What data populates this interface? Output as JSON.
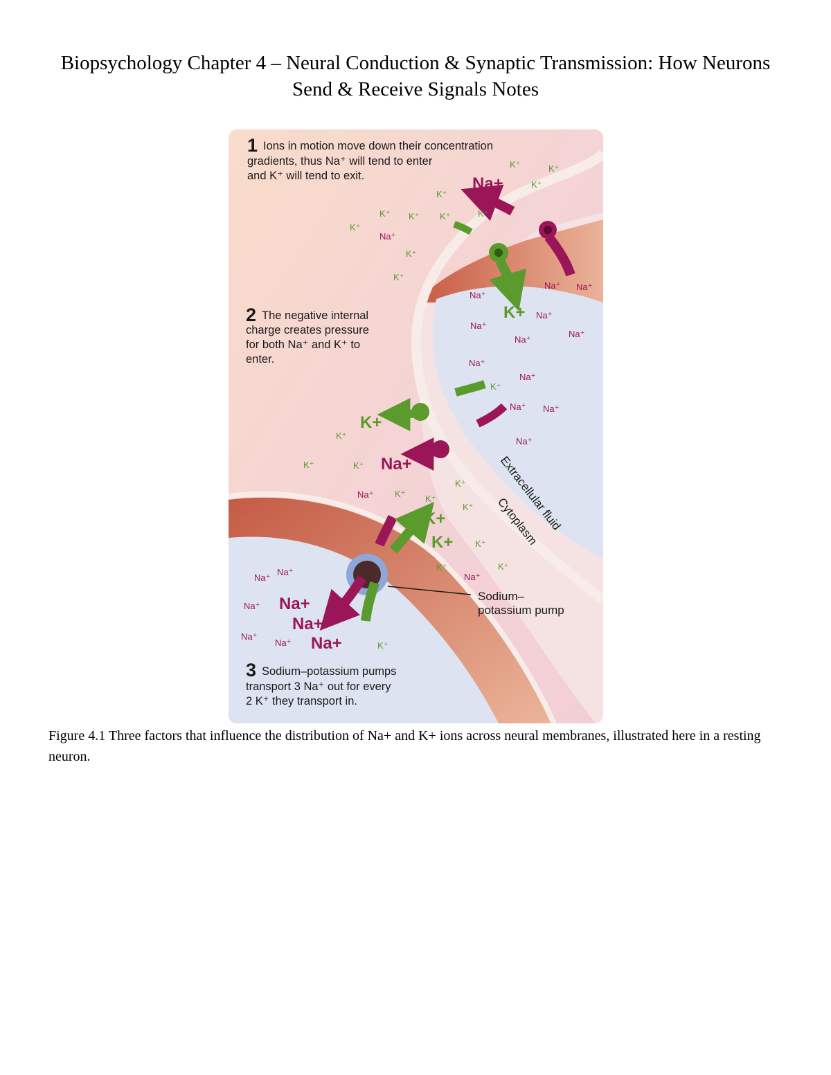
{
  "document": {
    "title": "Biopsychology Chapter 4 – Neural Conduction & Synaptic Transmission: How Neurons Send & Receive Signals Notes",
    "caption": "Figure 4.1 Three factors that influence the distribution of Na+ and K+ ions across neural membranes, illustrated here in a resting neuron."
  },
  "figure": {
    "steps": [
      {
        "number": "1",
        "lines": [
          "Ions in motion move down their concentration",
          "gradients, thus Na⁺ will tend to enter",
          "and K⁺ will tend to exit."
        ]
      },
      {
        "number": "2",
        "lines": [
          "The negative internal",
          "charge creates pressure",
          "for both Na⁺ and K⁺ to",
          "enter."
        ]
      },
      {
        "number": "3",
        "lines": [
          "Sodium–potassium pumps",
          "transport 3 Na⁺ out for every",
          "2 K⁺ they transport in."
        ]
      }
    ],
    "labels": {
      "extracellular": "Extracellular fluid",
      "cytoplasm": "Cytoplasm",
      "pump_line1": "Sodium–",
      "pump_line2": "potassium pump"
    },
    "ion_text": {
      "na": "Na⁺",
      "k": "K⁺",
      "na_large": "Na+",
      "k_large": "K+"
    },
    "colors": {
      "sodium": "#9b1658",
      "potassium": "#5b9a2c",
      "extracellular": "#f5d8d8",
      "cytoplasm": "#dde3f0",
      "membrane": "#cc6a52"
    }
  }
}
